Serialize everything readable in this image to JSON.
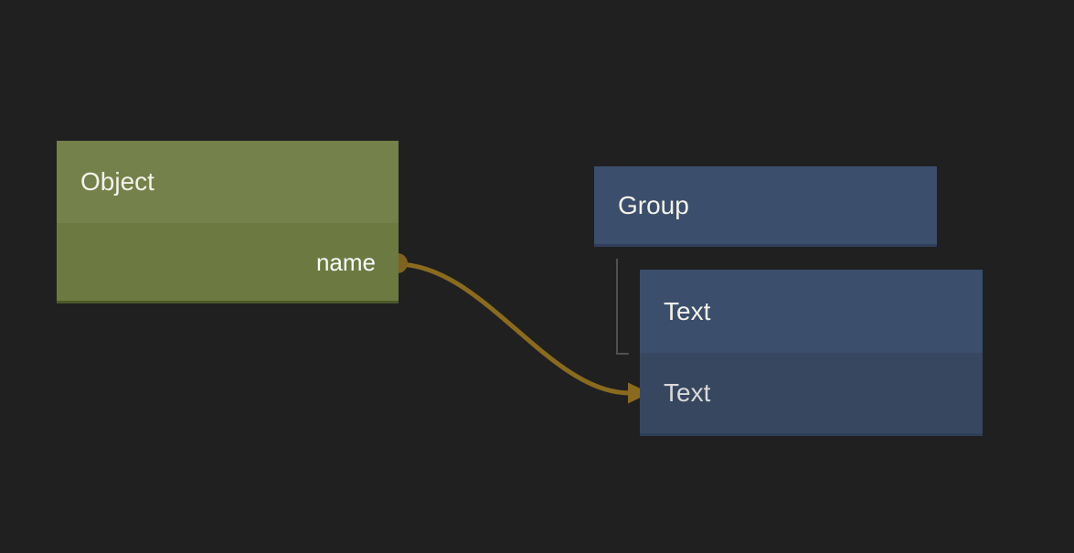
{
  "app": {
    "background_color": "#202021"
  },
  "graph": {
    "nodes": {
      "object": {
        "title": "Object",
        "title_color": "#f4f2ea",
        "header_color": "#74814a",
        "body_color": "#6c7a42",
        "bottom_border_color": "#4d5829",
        "port": {
          "label": "name",
          "label_color": "#fafafa",
          "dot_color": "#7e6220"
        }
      },
      "group": {
        "title": "Group",
        "title_color": "#f4f2ea",
        "header_color": "#3b4e6b",
        "bottom_border_color": "#30405c"
      },
      "text": {
        "title": "Text",
        "title_color": "#f4f2ea",
        "header_color": "#3b4e6b",
        "body_color": "#374760",
        "bottom_border_color": "#2f3e58",
        "row": {
          "label": "Text",
          "label_color": "#d9d9d9"
        }
      }
    },
    "edges": {
      "wire": {
        "from": "Object.name",
        "to": "Text",
        "color": "#8a6a1e"
      },
      "tree_connector": {
        "from": "Group",
        "to": "Text",
        "color": "#4f5051"
      }
    }
  }
}
